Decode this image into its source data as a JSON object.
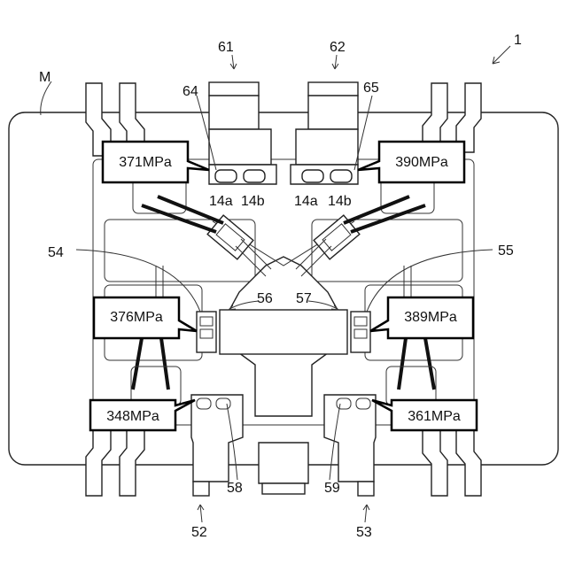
{
  "figure": {
    "ref_main": "1",
    "ref_mold": "M",
    "labels": {
      "r61": "61",
      "r62": "62",
      "r64": "64",
      "r65": "65",
      "r14a_l": "14a",
      "r14b_l": "14b",
      "r14a_r": "14a",
      "r14b_r": "14b",
      "r54": "54",
      "r55": "55",
      "r56": "56",
      "r57": "57",
      "r58": "58",
      "r59": "59",
      "r52": "52",
      "r53": "53"
    },
    "callouts": [
      {
        "id": "top-left",
        "text": "371MPa"
      },
      {
        "id": "top-right",
        "text": "390MPa"
      },
      {
        "id": "mid-left",
        "text": "376MPa"
      },
      {
        "id": "mid-right",
        "text": "389MPa"
      },
      {
        "id": "bottom-left",
        "text": "348MPa"
      },
      {
        "id": "bottom-right",
        "text": "361MPa"
      }
    ]
  }
}
